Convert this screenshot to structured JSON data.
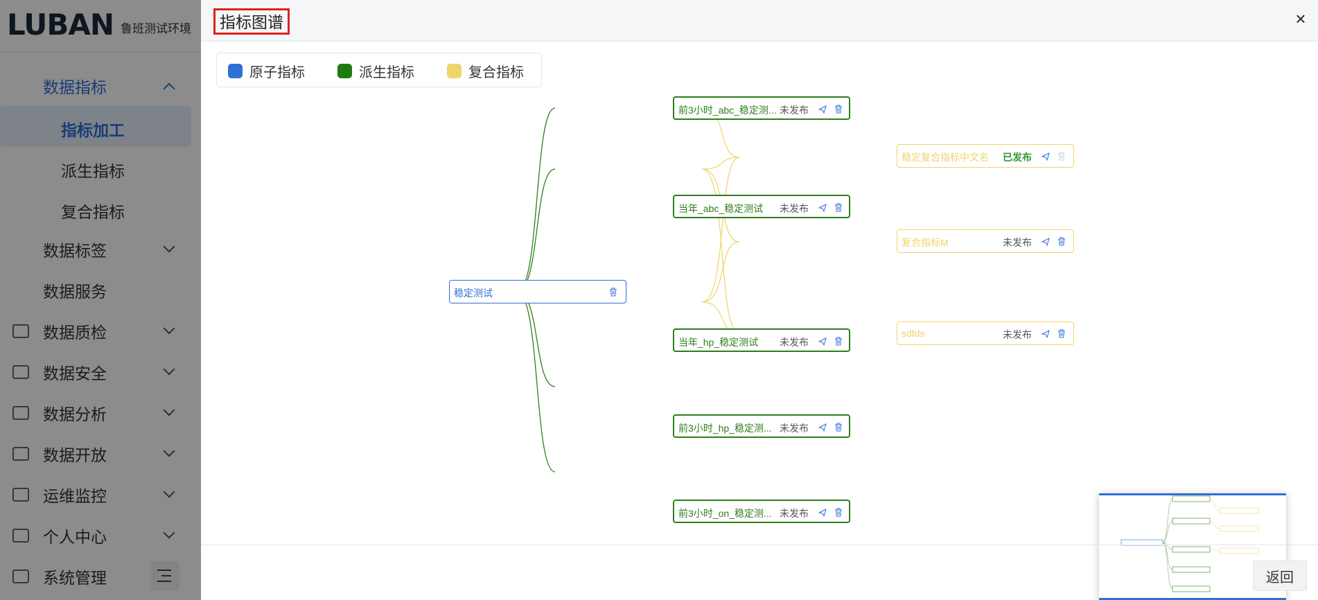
{
  "app": {
    "logo_text": "LUBAN",
    "env_label": "鲁班测试环境"
  },
  "sidebar": {
    "items": [
      {
        "label": "数据指标",
        "expanded": true
      },
      {
        "label": "指标加工",
        "sub": true,
        "selected": true
      },
      {
        "label": "派生指标",
        "sub": true
      },
      {
        "label": "复合指标",
        "sub": true
      },
      {
        "label": "数据标签"
      },
      {
        "label": "数据服务"
      },
      {
        "label": "数据质检",
        "icon": "report-icon"
      },
      {
        "label": "数据安全",
        "icon": "monitor-check-icon"
      },
      {
        "label": "数据分析",
        "icon": "analysis-icon"
      },
      {
        "label": "数据开放",
        "icon": "open-icon"
      },
      {
        "label": "运维监控",
        "icon": "chart-line-icon"
      },
      {
        "label": "个人中心",
        "icon": "user-card-icon"
      },
      {
        "label": "系统管理",
        "icon": "settings-icon"
      }
    ]
  },
  "modal": {
    "title": "指标图谱",
    "close": "×",
    "back_label": "返回"
  },
  "legend": [
    {
      "label": "原子指标",
      "color": "#2f6fd6"
    },
    {
      "label": "派生指标",
      "color": "#1f7a12"
    },
    {
      "label": "复合指标",
      "color": "#f0d36a"
    }
  ],
  "graph": {
    "root": {
      "label": "稳定测试",
      "type": "atomic"
    },
    "derived": [
      {
        "label": "前3小时_abc_稳定测...",
        "status": "未发布"
      },
      {
        "label": "当年_abc_稳定测试",
        "status": "未发布"
      },
      {
        "label": "当年_hp_稳定测试",
        "status": "未发布"
      },
      {
        "label": "前3小时_hp_稳定测...",
        "status": "未发布"
      },
      {
        "label": "前3小时_on_稳定测...",
        "status": "未发布"
      }
    ],
    "composite": [
      {
        "label": "稳定复合指标中文名",
        "status": "已发布"
      },
      {
        "label": "复合指标M",
        "status": "未发布"
      },
      {
        "label": "sdfds",
        "status": "未发布"
      }
    ]
  }
}
